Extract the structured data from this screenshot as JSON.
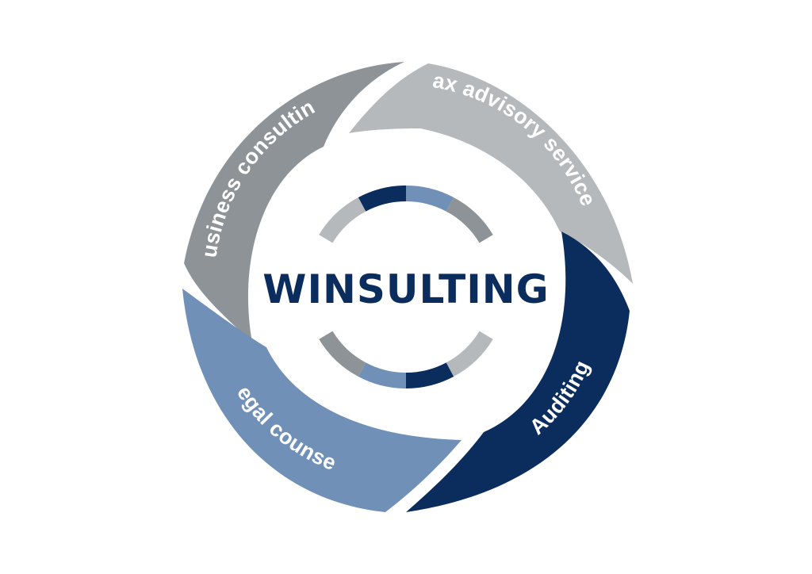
{
  "diagram": {
    "title": "WINSULTING",
    "segments": [
      {
        "label": "Business consulting"
      },
      {
        "label": "Tax advisory services"
      },
      {
        "label": "Auditing"
      },
      {
        "label": "Legal counsel"
      }
    ]
  },
  "colors": {
    "navy": "#0a2d5e",
    "steel_blue": "#7090b8",
    "dark_gray": "#8d9396",
    "light_gray": "#b6b9bb",
    "background": "#ffffff",
    "label_text": "#ffffff"
  }
}
